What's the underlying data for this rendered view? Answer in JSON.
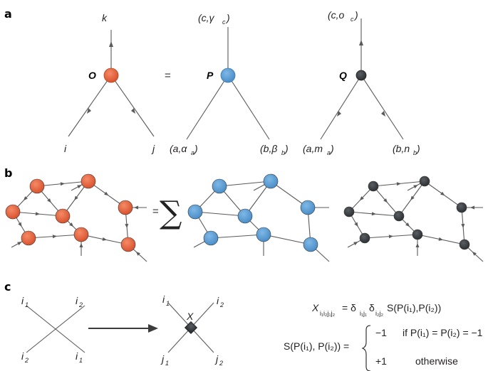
{
  "panel_labels": {
    "a": "a",
    "b": "b",
    "c": "c"
  },
  "panel_a": {
    "operator_O": {
      "node": "O",
      "out": "k",
      "in_left": "i",
      "in_right": "j"
    },
    "equals": "=",
    "operator_P": {
      "node": "P",
      "out": "(c,γ",
      "out_sub": "c",
      "in_left": "(a,α",
      "in_left_sub": "a",
      "in_right": "(b,β",
      "in_right_sub": "b"
    },
    "operator_Q": {
      "node": "Q",
      "out": "(c,o",
      "out_sub": "c",
      "in_left": "(a,m",
      "in_left_sub": "a",
      "in_right": "(b,n",
      "in_right_sub": "b"
    }
  },
  "panel_b": {
    "equals": "=",
    "sum": "∑"
  },
  "panel_c": {
    "left_cross": {
      "top_left": "i",
      "top_left_sub": "1",
      "top_right": "i",
      "top_right_sub": "2",
      "bottom_left": "i",
      "bottom_left_sub": "2",
      "bottom_right": "i",
      "bottom_right_sub": "1"
    },
    "right_cross": {
      "node": "X",
      "top_left": "i",
      "top_left_sub": "1",
      "top_right": "i",
      "top_right_sub": "2",
      "bottom_left": "j",
      "bottom_left_sub": "1",
      "bottom_right": "j",
      "bottom_right_sub": "2"
    },
    "formula_X": {
      "lhs": "X",
      "lhs_sub": "i₁i₂j₁j₂",
      "eq": "= δ",
      "d1_sub": "i₁j₁",
      "d2": "δ",
      "d2_sub": "i₂j₂",
      "rhs": "S(P(i₁),P(i₂))"
    },
    "formula_S": {
      "lhs": "S(P(i₁), P(i₂)) =",
      "case1_val": "−1",
      "case1_cond": "if P(i₁) = P(i₂) = −1",
      "case2_val": "+1",
      "case2_cond": "otherwise"
    }
  },
  "colors": {
    "orange": "#e8603c",
    "blue": "#5a9fd6",
    "dark": "#3a3d40",
    "edge": "#5a5a5a"
  }
}
